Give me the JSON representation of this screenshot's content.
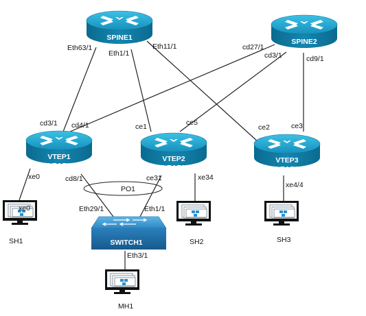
{
  "devices": {
    "spine1": {
      "label": "SPINE1"
    },
    "spine2": {
      "label": "SPINE2"
    },
    "leaf1": {
      "line1": "VTEP1",
      "line2": "LEAF1"
    },
    "leaf2": {
      "line1": "VTEP2",
      "line2": "LEAF2"
    },
    "leaf3": {
      "line1": "VTEP3",
      "line2": "LEAF3"
    },
    "switch1": {
      "label": "SWITCH1"
    }
  },
  "hosts": {
    "sh1": {
      "label": "SH1"
    },
    "sh2": {
      "label": "SH2"
    },
    "sh3": {
      "label": "SH3"
    },
    "mh1": {
      "label": "MH1"
    }
  },
  "ports": {
    "spine1_eth63": "Eth63/1",
    "spine1_eth1": "Eth1/1",
    "spine1_eth11": "Eth11/1",
    "spine2_cd27": "cd27/1",
    "spine2_cd3": "cd3/1",
    "spine2_cd9": "cd9/1",
    "leaf1_cd3": "cd3/1",
    "leaf1_cd4": "cd4/1",
    "leaf1_xe0": "xe0",
    "leaf1_cd8": "cd8/1",
    "sh1_xe0": "xe0",
    "leaf2_ce1": "ce1",
    "leaf2_ce5": "ce5",
    "leaf2_ce31": "ce31",
    "leaf2_xe34": "xe34",
    "leaf3_ce2": "ce2",
    "leaf3_ce3": "ce3",
    "leaf3_xe44": "xe4/4",
    "switch_eth29": "Eth29/1",
    "switch_eth1": "Eth1/1",
    "switch_eth3": "Eth3/1",
    "po1": "PO1"
  },
  "colors": {
    "router_top": "#1aa0c8",
    "router_side": "#0d6f92",
    "switch_top": "#2f8fc4",
    "switch_side": "#1a5f8c",
    "monitor_screen": "#dde3ea"
  },
  "icons": {
    "router": "router-icon",
    "switch": "switch-icon",
    "host": "computer-monitor-icon"
  }
}
